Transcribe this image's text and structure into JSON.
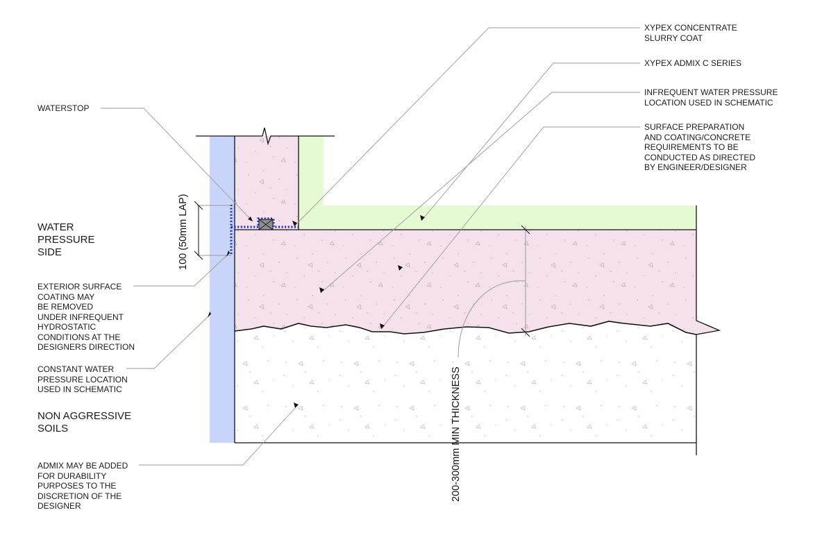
{
  "labels": {
    "xypex_concentrate": "XYPEX CONCENTRATE\nSLURRY COAT",
    "xypex_admix": "XYPEX ADMIX C SERIES",
    "infrequent_water": "INFREQUENT WATER PRESSURE\nLOCATION USED IN SCHEMATIC",
    "surface_prep": "SURFACE PREPARATION\nAND COATING/CONCRETE\nREQUIREMENTS TO BE\nCONDUCTED AS DIRECTED\nBY ENGINEER/DESIGNER",
    "waterstop": "WATERSTOP",
    "water_pressure_side": "WATER\nPRESSURE\nSIDE",
    "exterior_coating": "EXTERIOR SURFACE\nCOATING MAY\nBE REMOVED\nUNDER INFREQUENT\nHYDROSTATIC\nCONDITIONS AT THE\nDESIGNERS DIRECTION",
    "constant_water": "CONSTANT WATER\nPRESSURE LOCATION\nUSED IN SCHEMATIC",
    "non_aggressive": "NON AGGRESSIVE\nSOILS",
    "admix_durability": "ADMIX MAY BE ADDED\nFOR DURABILITY\nPURPOSES TO THE\nDISCRETION OF THE\nDESIGNER"
  },
  "dimensions": {
    "lap": "100 (50mm LAP)",
    "thickness": "200-300mm MIN THICKNESS"
  },
  "colors": {
    "water_side": "#c9d5fb",
    "concrete": "#f4e1ec",
    "topping": "#e6fbd3",
    "soil": "#ffffff",
    "waterstop": "#1f2fe0",
    "leader": "#9a9a9a",
    "outline": "#111111"
  }
}
